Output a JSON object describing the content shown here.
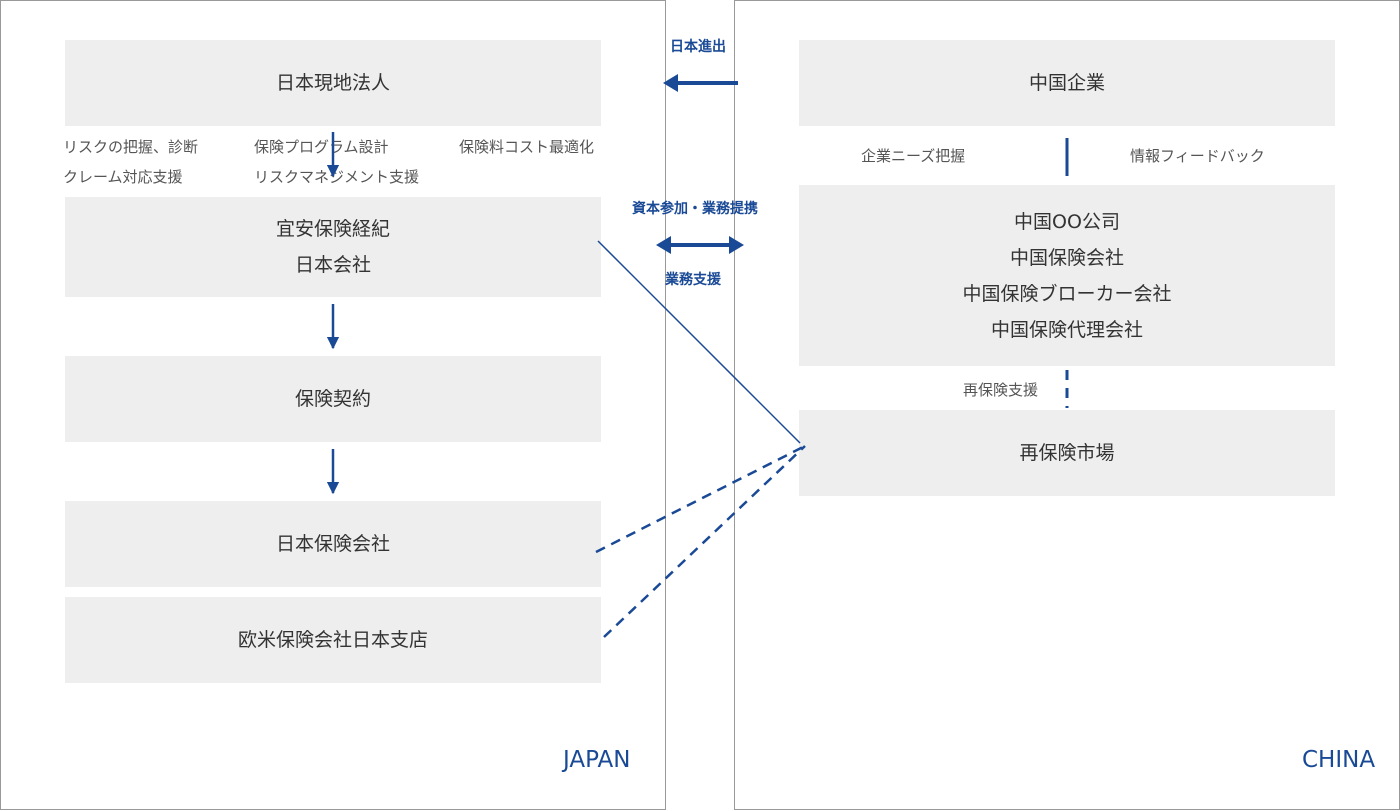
{
  "japan": {
    "region_label": "JAPAN",
    "local_corp": "日本現地法人",
    "services_left": [
      "リスクの把握、診断",
      "クレーム対応支援"
    ],
    "services_mid": [
      "保険プログラム設計",
      "リスクマネジメント支援"
    ],
    "services_right": "保険料コスト最適化",
    "broker_lines": [
      "宜安保険経紀",
      "日本会社"
    ],
    "contract": "保険契約",
    "jp_insurer": "日本保険会社",
    "foreign_insurer": "欧米保険会社日本支店"
  },
  "center": {
    "expansion": "日本進出",
    "capital_tieup": "資本参加・業務提携",
    "business_support": "業務支援"
  },
  "china": {
    "region_label": "CHINA",
    "enterprise": "中国企業",
    "needs": "企業ニーズ把握",
    "feedback": "情報フィードバック",
    "companies": [
      "中国OO公司",
      "中国保険会社",
      "中国保険ブローカー会社",
      "中国保険代理会社"
    ],
    "reins_support": "再保険支援",
    "reins_market": "再保険市場"
  },
  "colors": {
    "accent": "#1a4a96",
    "box_fill": "#eeeeee",
    "panel_border": "#999999"
  }
}
